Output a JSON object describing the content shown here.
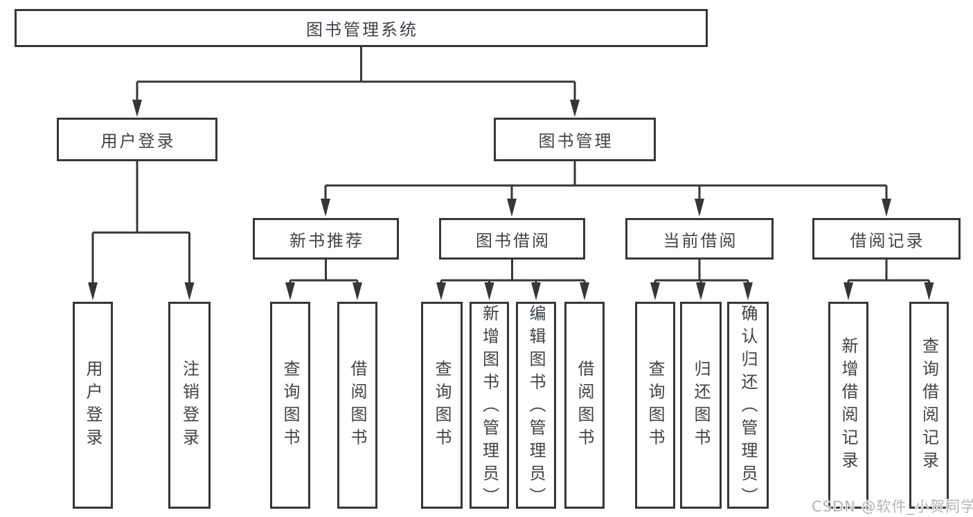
{
  "tree": {
    "root": {
      "label": "图书管理系统"
    },
    "branches": [
      {
        "label": "用户登录",
        "children": [
          {
            "label": "用户登录"
          },
          {
            "label": "注销登录"
          }
        ]
      },
      {
        "label": "图书管理",
        "children": [
          {
            "label": "新书推荐",
            "children": [
              {
                "label": "查询图书"
              },
              {
                "label": "借阅图书"
              }
            ]
          },
          {
            "label": "图书借阅",
            "children": [
              {
                "label": "查询图书"
              },
              {
                "label": "新增图书（管理员）"
              },
              {
                "label": "编辑图书（管理员）"
              },
              {
                "label": "借阅图书"
              }
            ]
          },
          {
            "label": "当前借阅",
            "children": [
              {
                "label": "查询图书"
              },
              {
                "label": "归还图书"
              },
              {
                "label": "确认归还（管理员）"
              }
            ]
          },
          {
            "label": "借阅记录",
            "children": [
              {
                "label": "新增借阅记录"
              },
              {
                "label": "查询借阅记录"
              }
            ]
          }
        ]
      }
    ]
  },
  "watermark": {
    "text": "CSDN @软件_小贺同学"
  },
  "colors": {
    "line": "#363636",
    "text": "#3f4347",
    "watermark": "#b2b4b7",
    "background": "#ffffff"
  }
}
